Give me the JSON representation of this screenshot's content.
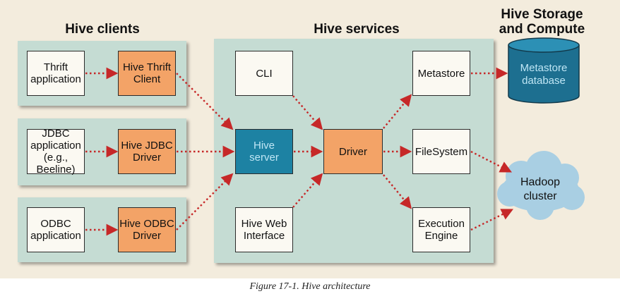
{
  "headers": {
    "clients": "Hive clients",
    "services": "Hive services",
    "storage": "Hive Storage\nand Compute"
  },
  "clients": {
    "thrift_app": "Thrift\napplication",
    "thrift_client": "Hive Thrift\nClient",
    "jdbc_app": "JDBC\napplication\n(e.g., Beeline)",
    "jdbc_driver": "Hive JDBC\nDriver",
    "odbc_app": "ODBC\napplication",
    "odbc_driver": "Hive ODBC\nDriver"
  },
  "services": {
    "cli": "CLI",
    "hive_server": "Hive\nserver",
    "web_interface": "Hive Web\nInterface",
    "driver": "Driver",
    "metastore": "Metastore",
    "filesystem": "FileSystem",
    "execution_engine": "Execution\nEngine"
  },
  "storage": {
    "metastore_db": "Metastore\ndatabase",
    "hadoop_cluster": "Hadoop\ncluster"
  },
  "colors": {
    "background": "#f3ecdd",
    "panel": "#c5dcd3",
    "orange_box": "#f3a367",
    "blue_box": "#1d82a3",
    "arrow": "#c62828"
  },
  "caption": "Figure 17-1. Hive architecture"
}
